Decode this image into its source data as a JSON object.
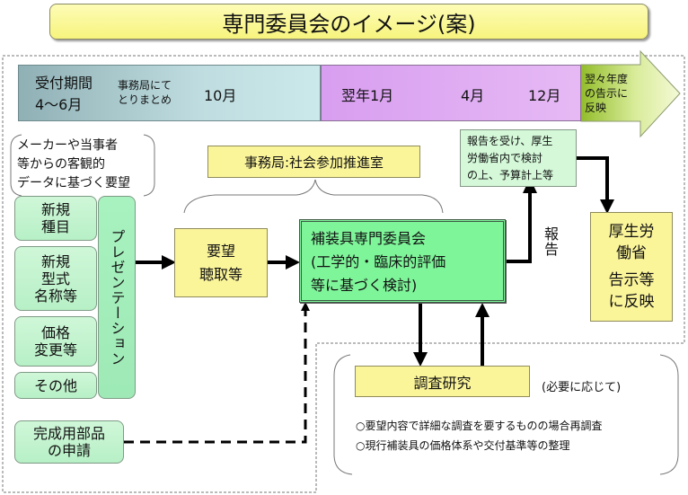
{
  "title": "専門委員会のイメージ(案)",
  "timeline": {
    "period_label": "受付期間",
    "period_months": "4〜6月",
    "bracket_note_line1": "事務局にて",
    "bracket_note_line2": "とりまとめ",
    "month_oct": "10月",
    "next_year_jan": "翌年1月",
    "month_apr": "4月",
    "month_dec": "12月",
    "arrow_text_line1": "翌々年度",
    "arrow_text_line2": "の告示に",
    "arrow_text_line3": "反映"
  },
  "requests_note": {
    "line1": "メーカーや当事者",
    "line2": "等からの客観的",
    "line3": "データに基づく要望"
  },
  "categories": [
    {
      "line1": "新規",
      "line2": "種目",
      "line3": ""
    },
    {
      "line1": "新規",
      "line2": "型式",
      "line3": "名称等"
    },
    {
      "line1": "価格",
      "line2": "変更等",
      "line3": ""
    },
    {
      "line1": "その他",
      "line2": "",
      "line3": ""
    }
  ],
  "presentation_label": "プレゼンテーション",
  "secretariat_label": "事務局:社会参加推進室",
  "hearing_box": {
    "line1": "要望",
    "line2": "聴取等"
  },
  "committee_box": {
    "line1": "補装具専門委員会",
    "line2": "(工学的・臨床的評価",
    "line3": "等に基づく検討)"
  },
  "report_label": "報告",
  "mhlw_review_box": {
    "line1": "報告を受け、厚生",
    "line2": "労働省内で検討",
    "line3": "の上、予算計上等"
  },
  "mhlw_box": {
    "line1": "厚生労",
    "line2": "働省",
    "line3": "告示等",
    "line4": "に反映"
  },
  "research_box": {
    "label": "調査研究",
    "note": "(必要に応じて)"
  },
  "research_items": [
    "○要望内容で詳細な調査を要するものの場合再調査",
    "○現行補装具の価格体系や交付基準等の整理"
  ],
  "parts_box": {
    "line1": "完成用部品",
    "line2": "の申請"
  },
  "colors": {
    "title_fill": "#f7f47e",
    "timeline_blue": "#bfdde0",
    "timeline_purple": "#e0aef2",
    "arrow_green": "#9cc43a",
    "category_green": "#c6f4d2",
    "committee_green": "#7ff59a",
    "yellow_box": "#fbf59a"
  }
}
